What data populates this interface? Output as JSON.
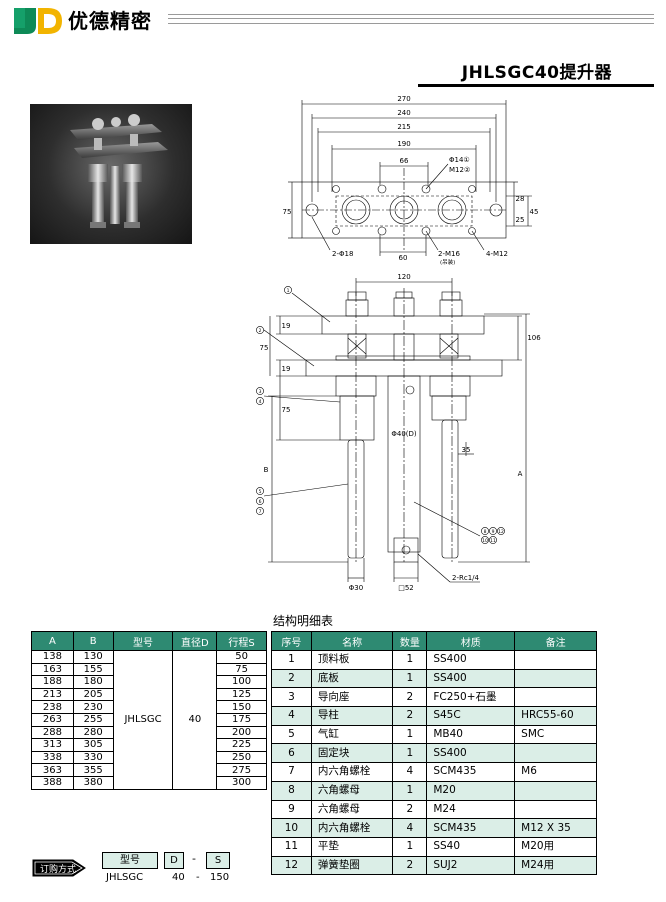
{
  "header": {
    "logo_letters": "JD",
    "brand_name": "优德精密"
  },
  "product_title": "JHLSGC40提升器",
  "drawing": {
    "top_view": {
      "dims_horizontal": [
        "270",
        "240",
        "215",
        "190",
        "66",
        "60"
      ],
      "dims_vertical_right": [
        "28",
        "25",
        "45"
      ],
      "dim_left": "75",
      "callouts": [
        "Φ14①",
        "M12②",
        "2-Φ18",
        "2-M16",
        "(吊装)",
        "4-M12"
      ]
    },
    "front_view": {
      "dim_top": "120",
      "dim_right": "106",
      "left_dims": [
        "19",
        "75",
        "19",
        "75",
        "B"
      ],
      "right_dim": "A",
      "center_label": "Φ40(D)",
      "small_dim": "35",
      "bottom_dims": [
        "Φ30",
        "□52"
      ],
      "port_label": "2-Rc1/4",
      "balloons": [
        "1",
        "2",
        "3",
        "4",
        "5",
        "6",
        "7",
        "8",
        "9",
        "10",
        "11",
        "12"
      ]
    }
  },
  "left_table": {
    "headers": [
      "A",
      "B",
      "型号",
      "直径D",
      "行程S"
    ],
    "rows": [
      {
        "a": "138",
        "b": "130",
        "s": "50"
      },
      {
        "a": "163",
        "b": "155",
        "s": "75"
      },
      {
        "a": "188",
        "b": "180",
        "s": "100"
      },
      {
        "a": "213",
        "b": "205",
        "s": "125"
      },
      {
        "a": "238",
        "b": "230",
        "s": "150"
      },
      {
        "a": "263",
        "b": "255",
        "s": "175"
      },
      {
        "a": "288",
        "b": "280",
        "s": "200"
      },
      {
        "a": "313",
        "b": "305",
        "s": "225"
      },
      {
        "a": "338",
        "b": "330",
        "s": "250"
      },
      {
        "a": "363",
        "b": "355",
        "s": "275"
      },
      {
        "a": "388",
        "b": "380",
        "s": "300"
      }
    ],
    "model": "JHLSGC",
    "diameter": "40"
  },
  "parts_table": {
    "title": "结构明细表",
    "headers": [
      "序号",
      "名称",
      "数量",
      "材质",
      "备注"
    ],
    "rows": [
      {
        "no": "1",
        "name": "顶料板",
        "qty": "1",
        "material": "SS400",
        "note": ""
      },
      {
        "no": "2",
        "name": "底板",
        "qty": "1",
        "material": "SS400",
        "note": ""
      },
      {
        "no": "3",
        "name": "导向座",
        "qty": "2",
        "material": "FC250+石墨",
        "note": ""
      },
      {
        "no": "4",
        "name": "导柱",
        "qty": "2",
        "material": "S45C",
        "note": "HRC55-60"
      },
      {
        "no": "5",
        "name": "气缸",
        "qty": "1",
        "material": "MB40",
        "note": "SMC"
      },
      {
        "no": "6",
        "name": "固定块",
        "qty": "1",
        "material": "SS400",
        "note": ""
      },
      {
        "no": "7",
        "name": "内六角螺栓",
        "qty": "4",
        "material": "SCM435",
        "note": "M6"
      },
      {
        "no": "8",
        "name": "六角螺母",
        "qty": "1",
        "material": "M20",
        "note": ""
      },
      {
        "no": "9",
        "name": "六角螺母",
        "qty": "2",
        "material": "M24",
        "note": ""
      },
      {
        "no": "10",
        "name": "内六角螺栓",
        "qty": "4",
        "material": "SCM435",
        "note": "M12 X 35"
      },
      {
        "no": "11",
        "name": "平垫",
        "qty": "1",
        "material": "SS40",
        "note": "M20用"
      },
      {
        "no": "12",
        "name": "弹簧垫圈",
        "qty": "2",
        "material": "SUJ2",
        "note": "M24用"
      }
    ]
  },
  "order": {
    "label": "订购方式",
    "headers": [
      "型号",
      "D",
      "-",
      "S"
    ],
    "values": [
      "JHLSGC",
      "40",
      "-",
      "150"
    ]
  },
  "colors": {
    "accent_green": "#2e8a72",
    "row_tint": "#dbeee7"
  }
}
